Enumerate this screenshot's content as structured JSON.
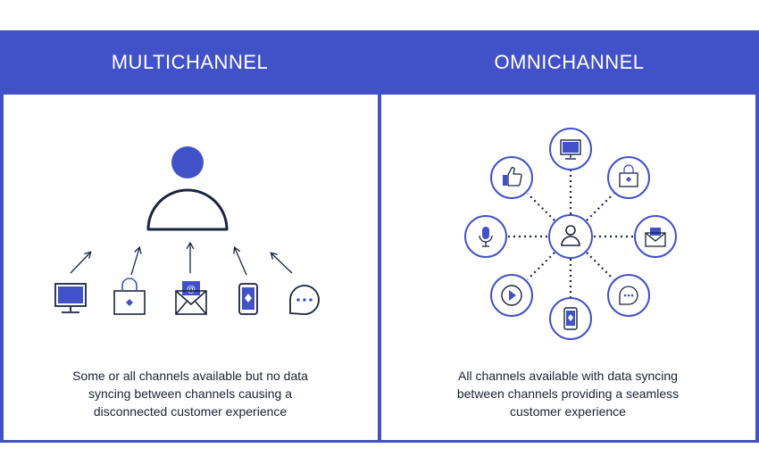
{
  "colors": {
    "brand": "#4152c9",
    "navy": "#1b2440",
    "text": "#1a2233",
    "white": "#ffffff"
  },
  "multichannel": {
    "title": "MULTICHANNEL",
    "caption_line1": "Some or all channels available but no data",
    "caption_line2": "syncing between channels causing a",
    "caption_line3": "disconnected customer experience",
    "channels": [
      "monitor-icon",
      "shopping-bag-icon",
      "email-icon",
      "smartphone-icon",
      "chat-icon"
    ]
  },
  "omnichannel": {
    "title": "OMNICHANNEL",
    "caption_line1": "All channels available with data syncing",
    "caption_line2": "between channels providing a seamless",
    "caption_line3": "customer experience",
    "channels": [
      "monitor-icon",
      "shopping-bag-icon",
      "email-icon",
      "chat-icon",
      "smartphone-icon",
      "play-icon",
      "microphone-icon",
      "thumbs-up-icon"
    ]
  }
}
